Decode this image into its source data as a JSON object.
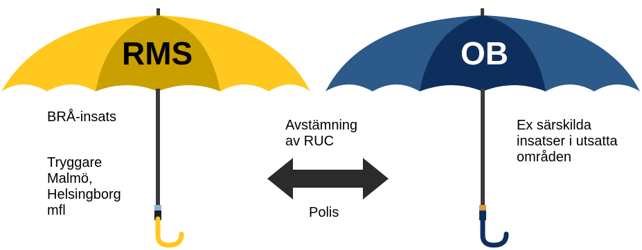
{
  "left_umbrella": {
    "title": "RMS",
    "items": [
      {
        "lines": [
          "BRÅ-insats"
        ]
      },
      {
        "lines": [
          "Tryggare",
          "Malmö,",
          "Helsingborg",
          "mfl"
        ]
      }
    ]
  },
  "right_umbrella": {
    "title": "OB",
    "items": [
      {
        "lines": [
          "Ex särskilda",
          "insatser i utsatta",
          "områden"
        ]
      }
    ]
  },
  "center": {
    "top_lines": [
      "Avstämning",
      "av RUC"
    ],
    "bottom_label": "Polis"
  },
  "colors": {
    "yellow_light": "#FFC81E",
    "yellow_dark": "#C9A000",
    "navy_light": "#2C5A8A",
    "navy_dark": "#0E2F5E",
    "shaft": "#3A3A3A",
    "arrow": "#2B2B2B"
  }
}
